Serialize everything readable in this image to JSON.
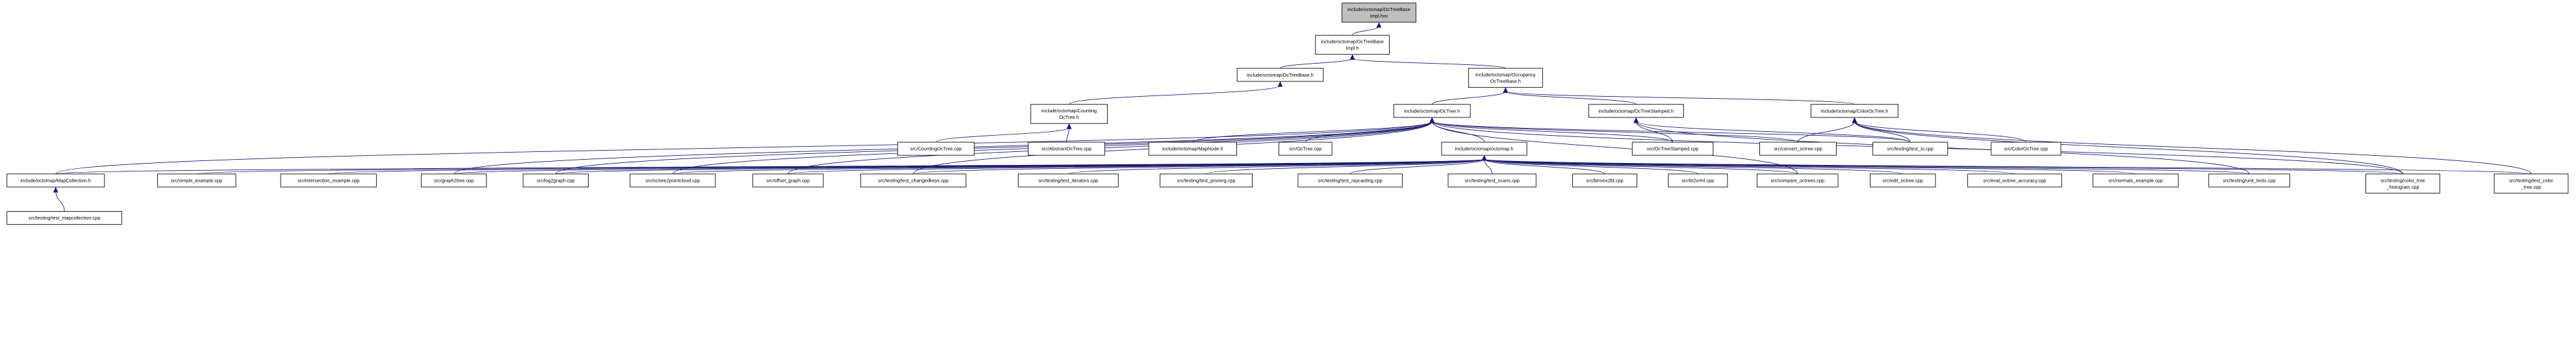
{
  "graph": {
    "colors": {
      "edge": "#191970",
      "root_fill": "#bfbfbf",
      "node_fill": "#ffffff",
      "border": "#000000"
    },
    "nodes": [
      {
        "id": "impl_hxx",
        "lines": [
          "include/octomap/OcTreeBase",
          "Impl.hxx"
        ],
        "root": true
      },
      {
        "id": "impl_h",
        "lines": [
          "include/octomap/OcTreeBase",
          "Impl.h"
        ]
      },
      {
        "id": "base_h",
        "lines": [
          "include/octomap/OcTreeBase.h"
        ]
      },
      {
        "id": "occ_h",
        "lines": [
          "include/octomap/Occupancy",
          "OcTreeBase.h"
        ]
      },
      {
        "id": "counting_h",
        "lines": [
          "include/octomap/Counting",
          "OcTree.h"
        ]
      },
      {
        "id": "octree_h",
        "lines": [
          "include/octomap/OcTree.h"
        ]
      },
      {
        "id": "stamped_h",
        "lines": [
          "include/octomap/OcTreeStamped.h"
        ]
      },
      {
        "id": "color_h",
        "lines": [
          "include/octomap/ColorOcTree.h"
        ]
      },
      {
        "id": "counting_cpp",
        "lines": [
          "src/CountingOcTree.cpp"
        ]
      },
      {
        "id": "abstract_cpp",
        "lines": [
          "src/AbstractOcTree.cpp"
        ]
      },
      {
        "id": "mapnode_h",
        "lines": [
          "include/octomap/MapNode.h"
        ]
      },
      {
        "id": "octree_cpp",
        "lines": [
          "src/OcTree.cpp"
        ]
      },
      {
        "id": "octomap_h",
        "lines": [
          "include/octomap/octomap.h"
        ]
      },
      {
        "id": "stamped_cpp",
        "lines": [
          "src/OcTreeStamped.cpp"
        ]
      },
      {
        "id": "convert_cpp",
        "lines": [
          "src/convert_octree.cpp"
        ]
      },
      {
        "id": "test_io_cpp",
        "lines": [
          "src/testing/test_io.cpp"
        ]
      },
      {
        "id": "color_cpp",
        "lines": [
          "src/ColorOcTree.cpp"
        ]
      },
      {
        "id": "mapcoll_h",
        "lines": [
          "include/octomap/MapCollection.h"
        ]
      },
      {
        "id": "simple_cpp",
        "lines": [
          "src/simple_example.cpp"
        ]
      },
      {
        "id": "intersection_cpp",
        "lines": [
          "src/intersection_example.cpp"
        ]
      },
      {
        "id": "graph2tree_cpp",
        "lines": [
          "src/graph2tree.cpp"
        ]
      },
      {
        "id": "log2graph_cpp",
        "lines": [
          "src/log2graph.cpp"
        ]
      },
      {
        "id": "o2pc_cpp",
        "lines": [
          "src/octree2pointcloud.cpp"
        ]
      },
      {
        "id": "offset_cpp",
        "lines": [
          "src/offset_graph.cpp"
        ]
      },
      {
        "id": "changedkeys_cpp",
        "lines": [
          "src/testing/test_changedkeys.cpp"
        ]
      },
      {
        "id": "iterators_cpp",
        "lines": [
          "src/testing/test_iterators.cpp"
        ]
      },
      {
        "id": "pruning_cpp",
        "lines": [
          "src/testing/test_pruning.cpp"
        ]
      },
      {
        "id": "raycasting_cpp",
        "lines": [
          "src/testing/test_raycasting.cpp"
        ]
      },
      {
        "id": "scans_cpp",
        "lines": [
          "src/testing/test_scans.cpp"
        ]
      },
      {
        "id": "binvox_cpp",
        "lines": [
          "src/binvox2bt.cpp"
        ]
      },
      {
        "id": "bt2vrml_cpp",
        "lines": [
          "src/bt2vrml.cpp"
        ]
      },
      {
        "id": "compare_cpp",
        "lines": [
          "src/compare_octrees.cpp"
        ]
      },
      {
        "id": "edit_cpp",
        "lines": [
          "src/edit_octree.cpp"
        ]
      },
      {
        "id": "eval_cpp",
        "lines": [
          "src/eval_octree_accuracy.cpp"
        ]
      },
      {
        "id": "normals_cpp",
        "lines": [
          "src/normals_example.cpp"
        ]
      },
      {
        "id": "unit_cpp",
        "lines": [
          "src/testing/unit_tests.cpp"
        ]
      },
      {
        "id": "colorhist_cpp",
        "lines": [
          "src/testing/color_tree",
          "_histogram.cpp"
        ]
      },
      {
        "id": "testcolor_cpp",
        "lines": [
          "src/testing/test_color",
          "_tree.cpp"
        ]
      },
      {
        "id": "mapcoll_test_cpp",
        "lines": [
          "src/testing/test_mapcollection.cpp"
        ]
      }
    ],
    "edges": [
      [
        "impl_h",
        "impl_hxx"
      ],
      [
        "base_h",
        "impl_h"
      ],
      [
        "occ_h",
        "impl_h"
      ],
      [
        "counting_h",
        "base_h"
      ],
      [
        "octree_h",
        "occ_h"
      ],
      [
        "stamped_h",
        "occ_h"
      ],
      [
        "color_h",
        "occ_h"
      ],
      [
        "counting_cpp",
        "counting_h"
      ],
      [
        "abstract_cpp",
        "counting_h"
      ],
      [
        "mapcoll_h",
        "octree_h"
      ],
      [
        "mapnode_h",
        "octree_h"
      ],
      [
        "octree_cpp",
        "octree_h"
      ],
      [
        "octomap_h",
        "octree_h"
      ],
      [
        "stamped_cpp",
        "octree_h"
      ],
      [
        "convert_cpp",
        "octree_h"
      ],
      [
        "test_io_cpp",
        "octree_h"
      ],
      [
        "graph2tree_cpp",
        "octree_h"
      ],
      [
        "log2graph_cpp",
        "octree_h"
      ],
      [
        "o2pc_cpp",
        "octree_h"
      ],
      [
        "offset_cpp",
        "octree_h"
      ],
      [
        "changedkeys_cpp",
        "octree_h"
      ],
      [
        "compare_cpp",
        "octree_h"
      ],
      [
        "colorhist_cpp",
        "octree_h"
      ],
      [
        "stamped_cpp",
        "stamped_h"
      ],
      [
        "test_io_cpp",
        "stamped_h"
      ],
      [
        "unit_cpp",
        "stamped_h"
      ],
      [
        "convert_cpp",
        "color_h"
      ],
      [
        "test_io_cpp",
        "color_h"
      ],
      [
        "color_cpp",
        "color_h"
      ],
      [
        "colorhist_cpp",
        "color_h"
      ],
      [
        "testcolor_cpp",
        "color_h"
      ],
      [
        "mapcoll_h",
        "octomap_h"
      ],
      [
        "simple_cpp",
        "octomap_h"
      ],
      [
        "intersection_cpp",
        "octomap_h"
      ],
      [
        "graph2tree_cpp",
        "octomap_h"
      ],
      [
        "log2graph_cpp",
        "octomap_h"
      ],
      [
        "o2pc_cpp",
        "octomap_h"
      ],
      [
        "offset_cpp",
        "octomap_h"
      ],
      [
        "changedkeys_cpp",
        "octomap_h"
      ],
      [
        "iterators_cpp",
        "octomap_h"
      ],
      [
        "pruning_cpp",
        "octomap_h"
      ],
      [
        "raycasting_cpp",
        "octomap_h"
      ],
      [
        "scans_cpp",
        "octomap_h"
      ],
      [
        "binvox_cpp",
        "octomap_h"
      ],
      [
        "bt2vrml_cpp",
        "octomap_h"
      ],
      [
        "compare_cpp",
        "octomap_h"
      ],
      [
        "edit_cpp",
        "octomap_h"
      ],
      [
        "eval_cpp",
        "octomap_h"
      ],
      [
        "normals_cpp",
        "octomap_h"
      ],
      [
        "unit_cpp",
        "octomap_h"
      ],
      [
        "colorhist_cpp",
        "octomap_h"
      ],
      [
        "testcolor_cpp",
        "octomap_h"
      ],
      [
        "mapcoll_test_cpp",
        "mapcoll_h"
      ]
    ]
  }
}
